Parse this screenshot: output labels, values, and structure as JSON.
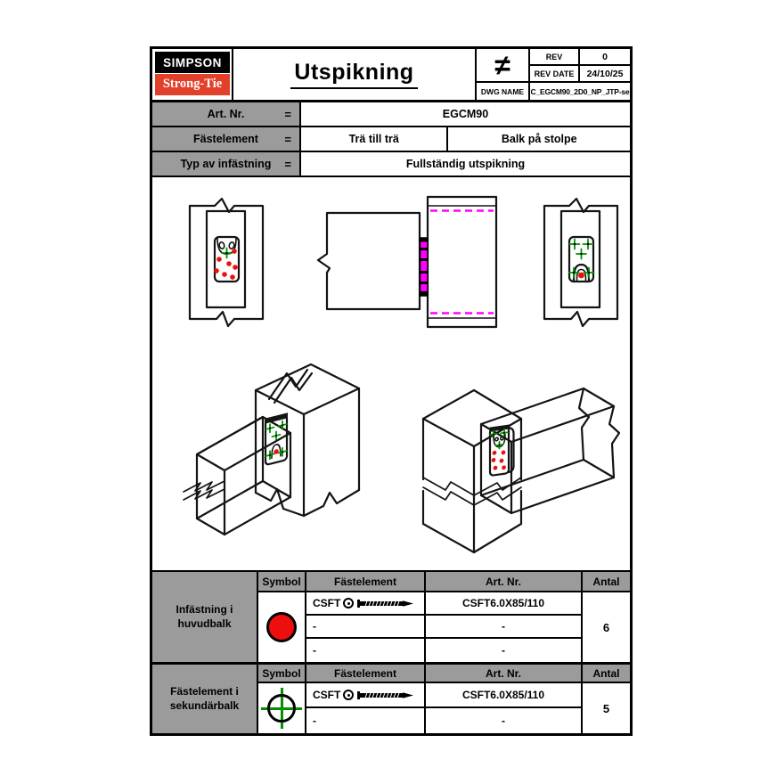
{
  "header": {
    "logo_line1": "SIMPSON",
    "logo_line2": "Strong-Tie",
    "title": "Utspikning",
    "revision_symbol": "≠",
    "rev_label": "REV",
    "rev_value": "0",
    "rev_date_label": "REV DATE",
    "rev_date_value": "24/10/25",
    "dwg_name_label": "DWG NAME",
    "dwg_name_value": "C_EGCM90_2D0_NP_JTP-se"
  },
  "info_table": {
    "rows": [
      {
        "label": "Art. Nr.",
        "eq": "=",
        "values": [
          "EGCM90"
        ]
      },
      {
        "label": "Fästelement",
        "eq": "=",
        "values": [
          "Trä till trä",
          "Balk på stolpe"
        ]
      },
      {
        "label": "Typ av infästning",
        "eq": "=",
        "values": [
          "Fullständig utspikning"
        ]
      }
    ]
  },
  "fastener_tables": [
    {
      "row_label": "Infästning i huvudbalk",
      "headers": {
        "symbol": "Symbol",
        "fastener": "Fästelement",
        "art_nr": "Art. Nr.",
        "antal": "Antal"
      },
      "symbol": "red-filled-circle",
      "rows": [
        {
          "fastener": "CSFT",
          "art_nr": "CSFT6.0X85/110"
        },
        {
          "fastener": "-",
          "art_nr": "-"
        },
        {
          "fastener": "-",
          "art_nr": "-"
        }
      ],
      "antal": "6"
    },
    {
      "row_label": "Fästelement i sekundärbalk",
      "headers": {
        "symbol": "Symbol",
        "fastener": "Fästelement",
        "art_nr": "Art. Nr.",
        "antal": "Antal"
      },
      "symbol": "green-crosshair-circle",
      "rows": [
        {
          "fastener": "CSFT",
          "art_nr": "CSFT6.0X85/110"
        },
        {
          "fastener": "-",
          "art_nr": "-"
        }
      ],
      "antal": "5"
    }
  ],
  "colors": {
    "table_header_gray": "#9b9b9b",
    "symbol_red": "#ee0e0e",
    "symbol_green": "#009100",
    "section_magenta": "#ff00ff",
    "logo_red": "#e2402a",
    "logo_black": "#000000"
  }
}
